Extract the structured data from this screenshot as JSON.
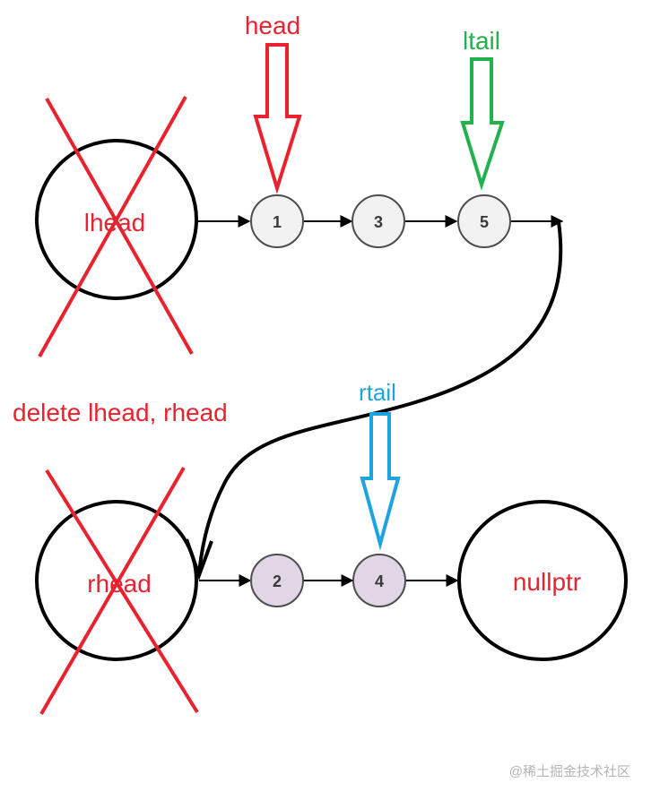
{
  "labels": {
    "head": "head",
    "ltail": "ltail",
    "rtail": "rtail",
    "lhead": "lhead",
    "rhead": "rhead",
    "nullptr": "nullptr",
    "delete_note": "delete lhead, rhead",
    "watermark": "@稀土掘金技术社区"
  },
  "top_list": [
    {
      "value": "1"
    },
    {
      "value": "3"
    },
    {
      "value": "5"
    }
  ],
  "bottom_list": [
    {
      "value": "2"
    },
    {
      "value": "4"
    }
  ],
  "colors": {
    "red": "#e8232f",
    "green": "#22b14c",
    "blue": "#1ea2e0",
    "black": "#000000",
    "node_fill_top": "#f2f2f2",
    "node_fill_bottom": "#e0d6e6",
    "node_stroke": "#4d4d4d",
    "node_text": "#3a3a3a",
    "watermark": "#b5b5b5"
  }
}
